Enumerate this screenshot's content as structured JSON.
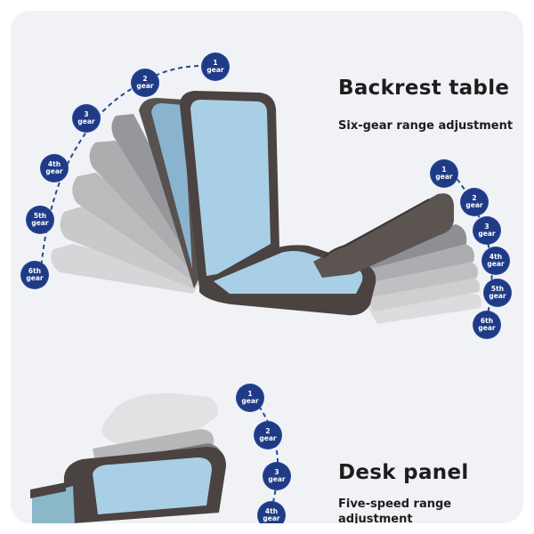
{
  "sections": {
    "backrest": {
      "title": "Backrest table",
      "subtitle": "Six-gear range adjustment"
    },
    "desk": {
      "title": "Desk panel",
      "subtitle_line1": "Five-speed range",
      "subtitle_line2": "adjustment"
    }
  },
  "backrest_gears": [
    {
      "n": "1",
      "u": "gear"
    },
    {
      "n": "2",
      "u": "gear"
    },
    {
      "n": "3",
      "u": "gear"
    },
    {
      "n": "4th",
      "u": "gear"
    },
    {
      "n": "5th",
      "u": "gear"
    },
    {
      "n": "6th",
      "u": "gear"
    }
  ],
  "leg_gears": [
    {
      "n": "1",
      "u": "gear"
    },
    {
      "n": "2",
      "u": "gear"
    },
    {
      "n": "3",
      "u": "gear"
    },
    {
      "n": "4th",
      "u": "gear"
    },
    {
      "n": "5th",
      "u": "gear"
    },
    {
      "n": "6th",
      "u": "gear"
    }
  ],
  "desk_gears": [
    {
      "n": "1",
      "u": "gear"
    },
    {
      "n": "2",
      "u": "gear"
    },
    {
      "n": "3",
      "u": "gear"
    },
    {
      "n": "4th",
      "u": "gear"
    }
  ],
  "colors": {
    "badge": "#1f3b86",
    "cushion_blue": "#a9cfe6",
    "frame_brown": "#4a4341"
  }
}
